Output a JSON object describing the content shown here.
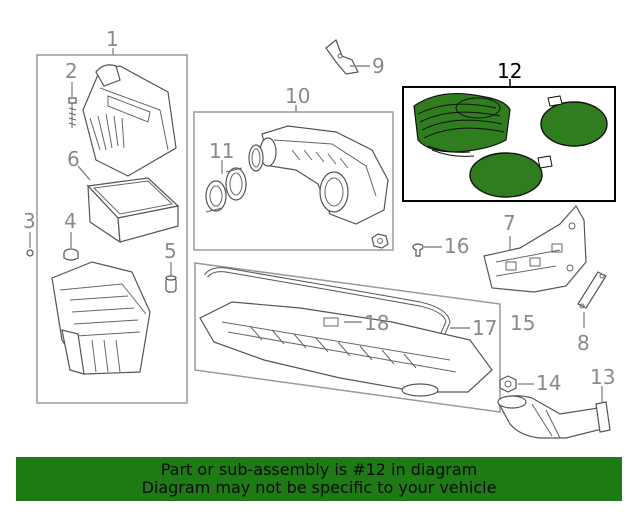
{
  "diagram": {
    "callouts": {
      "c1": "1",
      "c2": "2",
      "c3": "3",
      "c4": "4",
      "c5": "5",
      "c6": "6",
      "c7": "7",
      "c8": "8",
      "c9": "9",
      "c10": "10",
      "c11": "11",
      "c12": "12",
      "c13": "13",
      "c14": "14",
      "c15": "15",
      "c16": "16",
      "c17": "17",
      "c18": "18"
    },
    "highlight_color": "#2f7d1f",
    "highlighted_part": "12"
  },
  "banner": {
    "line1": "Part or sub-assembly is #12 in diagram",
    "line2": "Diagram may not be specific to your vehicle",
    "color": "#1e7a14"
  }
}
